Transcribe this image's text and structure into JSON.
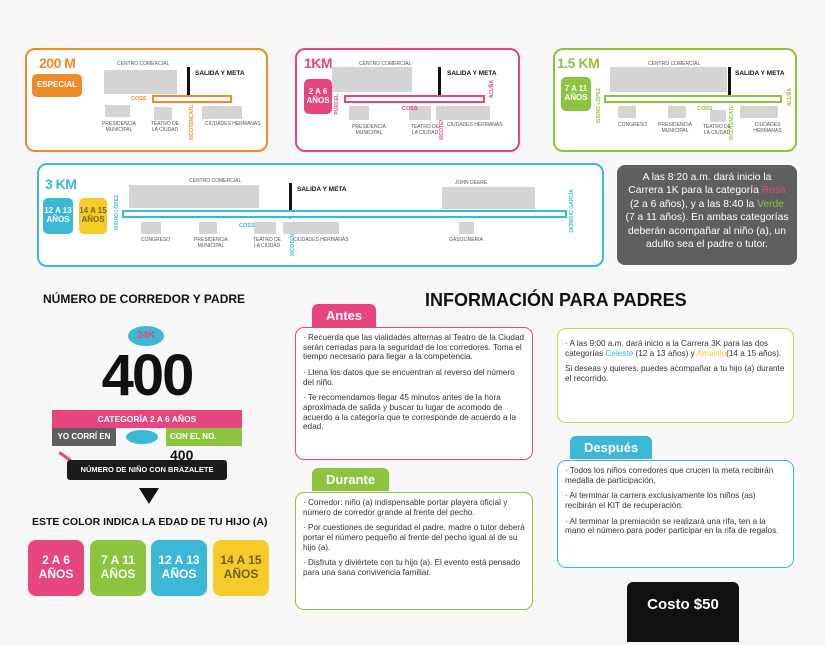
{
  "colors": {
    "orange": "#ef8a2a",
    "pink": "#e6457f",
    "green": "#8dc43f",
    "cyan": "#3bb8d6",
    "yellow": "#f5cb2a",
    "grey": "#5f5f60"
  },
  "common": {
    "centro": "CENTRO COMERCIAL",
    "salida": "SALIDA Y META",
    "coss": "COSS",
    "xicotencatl": "XICOTENCATL",
    "presidencia": "PRESIDENCIA MUNICIPAL",
    "teatro": "TEATRO DE LA CIUDAD",
    "ciudades": "CIUDADES HERMANAS",
    "congreso": "CONGRESO",
    "acuna": "ACUÑA",
    "purcel": "PURCEL",
    "isidro": "ISIDRO LÓPEZ",
    "dionisio": "DIONISIO GARCÍA",
    "john": "JOHN DEERE",
    "gasolineria": "GASOLINERIA"
  },
  "maps": {
    "m200": {
      "title": "200 M",
      "badge": "ESPECIAL"
    },
    "m1k": {
      "title": "1KM",
      "badge": "2 A 6 AÑOS"
    },
    "m15k": {
      "title": "1.5 KM",
      "badge": "7 A 11 AÑOS"
    },
    "m3k": {
      "title": "3 KM",
      "badge1": "12 A 13 AÑOS",
      "badge2": "14 A 15 AÑOS"
    }
  },
  "info_box": {
    "t1": "A las 8:20 a.m. dará inicio la Carrera 1K para la categoría ",
    "rosa": "Rosa",
    "t2": " (2 a 6 años), y a las 8:40 la ",
    "verde": "Verde",
    "t3": " (7 a 11 años). En ambas categorías deberán acompañar al niño (a), un adulto sea el padre o tutor."
  },
  "bib": {
    "heading": "NÚMERO DE CORREDOR Y PADRE",
    "number": "400",
    "category": "CATEGORÍA  2 A 6 AÑOS",
    "yo_corri": "YO CORRÍ EN",
    "con_el_no": "CON EL NO.",
    "small_number": "400",
    "bracelet_note": "NÚMERO DE NIÑO CON BRAZALETE",
    "logo_text": "24K"
  },
  "age_heading": "ESTE COLOR INDICA LA EDAD DE TU HIJO (A)",
  "ages": [
    "2 A 6 AÑOS",
    "7 A 11 AÑOS",
    "12 A 13 AÑOS",
    "14 A 15 AÑOS"
  ],
  "main_title": "INFORMACIÓN PARA PADRES",
  "antes": {
    "label": "Antes",
    "items": [
      "· Recuerda que las vialidades alternas al Teatro de la Ciudad serán cerradas para la seguridad de los corredores. Toma el tiempo necesario para llegar a la competencia.",
      "· Llena los datos que se encuentran al reverso del número del niño.",
      "· Te recomendamos llegar 45 minutos antes de la hora aproximada de salida y buscar tu lugar de acomodo de acuerdo a la categoría que te corresponde de acuerdo a la edad."
    ]
  },
  "durante": {
    "label": "Durante",
    "items": [
      "· Corredor: niño (a) indispensable portar playera oficial y número de corredor grande al frente del pecho.",
      "· Por cuestiones de seguridad el padre, madre o tutor deberá portar el número pequeño al frente del pecho igual al de su hijo (a).",
      "· Disfruta y diviértete con tu hijo (a). El evento está pensado para una sana convivencia familiar."
    ]
  },
  "carrera3k": {
    "t1": "· A las 9:00 a.m. dará inicio a la Carrera 3K para las dos categorías ",
    "celeste": "Celeste",
    "t2": " (12 a 13 años) y ",
    "amarillo": "Amarillo",
    "t3": "(14 a 15 años).",
    "p2": "Si deseas y quieres, puedes acompañar a tu hijo (a) durante el recorrido."
  },
  "despues": {
    "label": "Después",
    "items": [
      "· Todos los niños corredores que crucen la meta recibirán medalla de participación.",
      "· Al terminar la carrera exclusivamente los niños (as) recibirán el KIT de recuperación.",
      "· Al terminar la premiación se realizará una rifa, ten a la mano el número para poder participar en la rifa de regalos."
    ]
  },
  "cost": "Costo $50"
}
